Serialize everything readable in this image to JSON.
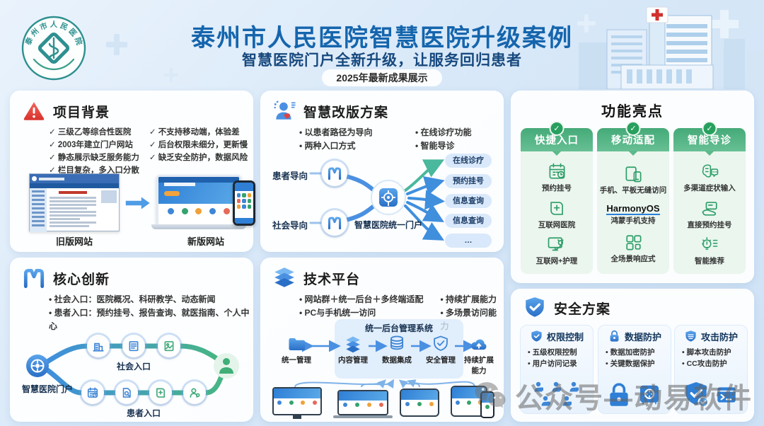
{
  "header": {
    "title": "泰州市人民医院智慧医院升级案例",
    "subtitle": "智慧医院门户全新升级，让服务回归患者",
    "badge": "2025年最新成果展示",
    "logo_name": "泰州市人民医院"
  },
  "project_background": {
    "title": "项目背景",
    "items_left": [
      "三级乙等综合性医院",
      "2003年建立门户网站",
      "静态展示缺乏服务能力",
      "栏目复杂，多入口分散"
    ],
    "items_right": [
      "不支持移动端，体验差",
      "后台权限未细分，更新慢",
      "缺乏安全防护，数据风险"
    ],
    "old_site_label": "旧版网站",
    "new_site_label": "新版网站"
  },
  "core_innovation": {
    "title": "核心创新",
    "bullet_1": "社会入口：医院概况、科研教学、动态新闻",
    "bullet_2": "患者入口：预约挂号、报告查询、就医指南、个人中心",
    "portal_label": "智慧医院门户",
    "branch_top": "社会入口",
    "branch_bottom": "患者入口"
  },
  "smart_revision": {
    "title": "智慧改版方案",
    "bullets_left": [
      "以患者路径为导向",
      "两种入口方式"
    ],
    "bullets_right": [
      "在线诊疗功能",
      "智能导诊"
    ],
    "input_top": "患者导向",
    "input_bottom": "社会导向",
    "hub_label": "智慧医院统一门户",
    "outputs": [
      "在线诊疗",
      "预约挂号",
      "信息查询",
      "信息查询",
      "…"
    ]
  },
  "tech_platform": {
    "title": "技术平台",
    "bullets_left": [
      "网站群＋统一后台＋多终端适配",
      "PC与手机统一访问"
    ],
    "bullets_right": [
      "持续扩展能力",
      "多场景访问能力"
    ],
    "backend_label": "统一后台管理系统",
    "pipeline": [
      "统一管理",
      "内容管理",
      "数据集成",
      "安全管理",
      "持续扩展能力"
    ]
  },
  "feature_highlights": {
    "title": "功能亮点",
    "cards": [
      {
        "title": "快捷入口",
        "items": [
          "预约挂号",
          "互联网医院",
          "互联网+护理"
        ]
      },
      {
        "title": "移动适配",
        "items": [
          "手机、平板无缝访问",
          "鸿蒙手机支持",
          "全场景响应式"
        ],
        "logo": "HarmonyOS"
      },
      {
        "title": "智能导诊",
        "items": [
          "多渠道症状输入",
          "直接预约挂号",
          "智能推荐"
        ]
      }
    ]
  },
  "security_plan": {
    "title": "安全方案",
    "cards": [
      {
        "title": "权限控制",
        "items": [
          "五级权限控制",
          "用户访问记录"
        ]
      },
      {
        "title": "数据防护",
        "items": [
          "数据加密防护",
          "关键数据保护"
        ]
      },
      {
        "title": "攻击防护",
        "items": [
          "脚本攻击防护",
          "CC攻击防护"
        ]
      }
    ]
  },
  "watermark": "公众号—动易软件",
  "colors": {
    "title_blue": "#1565ad",
    "subtitle_navy": "#17497e",
    "accent_blue": "#3688dd",
    "accent_green": "#35a36d",
    "alert_red": "#e0433f"
  }
}
